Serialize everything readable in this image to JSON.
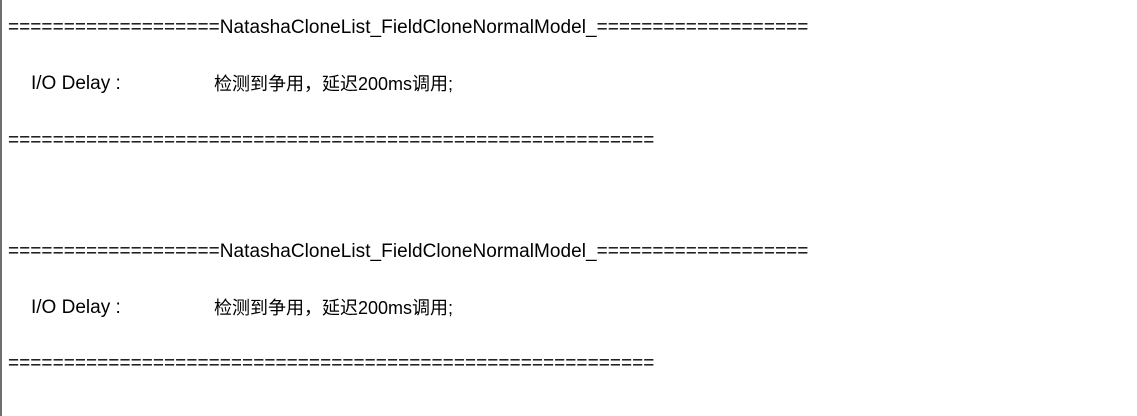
{
  "blocks": [
    {
      "header": "===================NatashaCloneList_FieldCloneNormalModel_===================",
      "label": "I/O Delay :",
      "value": "检测到争用，延迟200ms调用;",
      "footer": "=========================================================="
    },
    {
      "header": "===================NatashaCloneList_FieldCloneNormalModel_===================",
      "label": "I/O Delay :",
      "value": "检测到争用，延迟200ms调用;",
      "footer": "=========================================================="
    }
  ]
}
